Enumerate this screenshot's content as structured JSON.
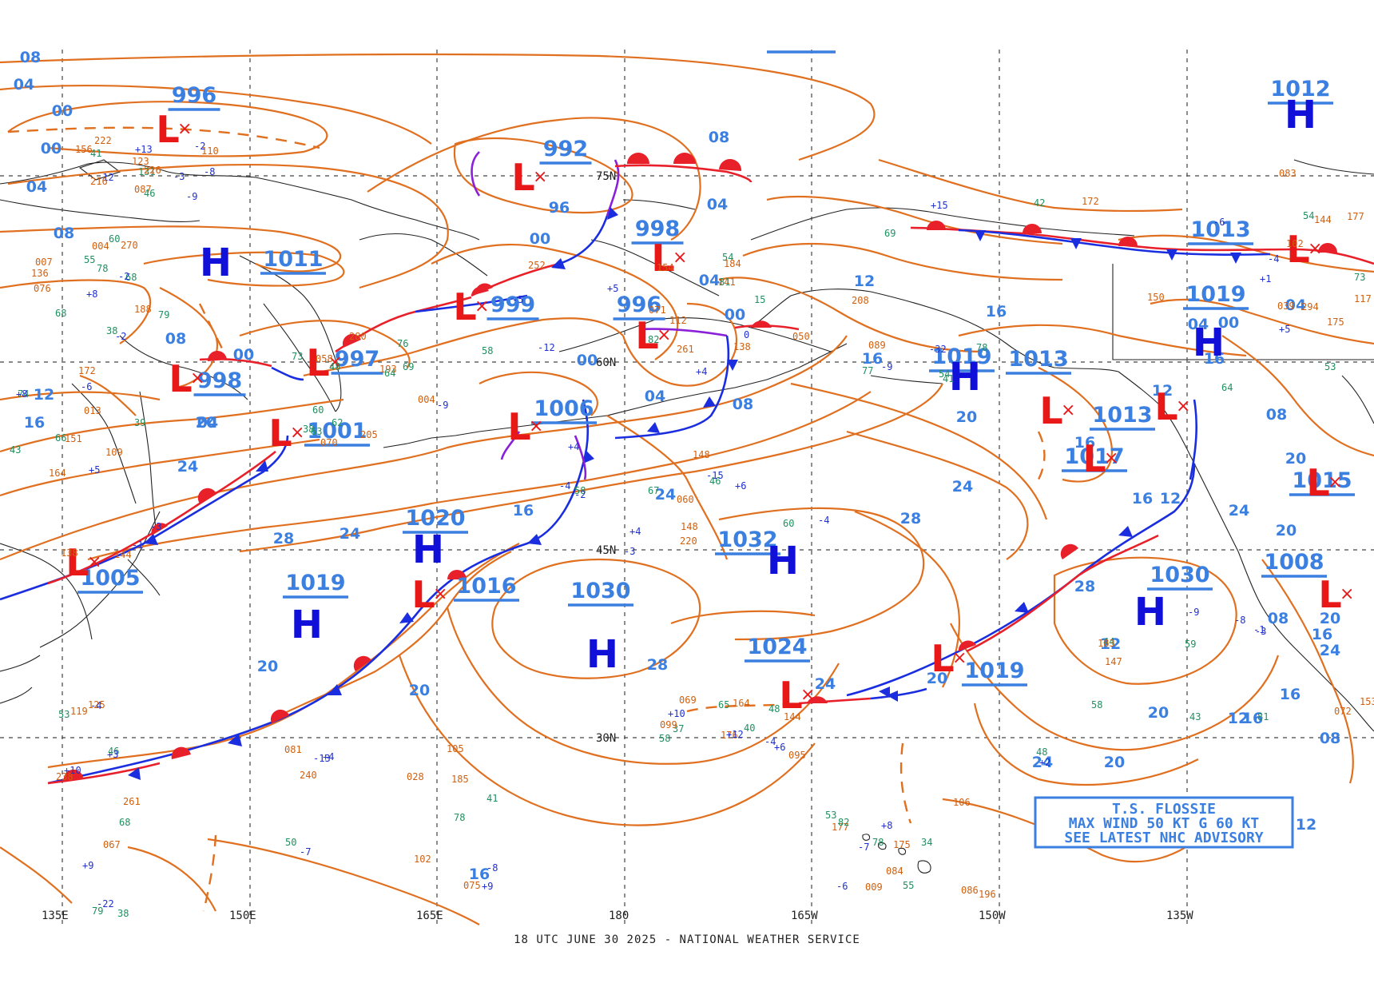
{
  "footer": "18 UTC JUNE 30 2025 - NATIONAL WEATHER SERVICE",
  "colors": {
    "isobar": "#e07020",
    "isobar_label": "#3b7fe0",
    "high": "#1010d8",
    "low": "#e81818",
    "cold_front": "#1a2ee0",
    "warm_front": "#e8202a",
    "occluded_front": "#8a20d8"
  },
  "longitude_labels": [
    "135E",
    "150E",
    "165E",
    "180",
    "165W",
    "150W",
    "135W"
  ],
  "latitude_labels": [
    "75N",
    "60N",
    "45N",
    "30N"
  ],
  "advisory": {
    "line1": "T.S. FLOSSIE",
    "line2": "MAX WIND 50 KT G 60 KT",
    "line3": "SEE LATEST NHC ADVISORY"
  },
  "pressure_centers": [
    {
      "type": "H",
      "value": "1012"
    },
    {
      "type": "L",
      "value": "996"
    },
    {
      "type": "L",
      "value": "992"
    },
    {
      "type": "L",
      "value": "998"
    },
    {
      "type": "H",
      "value": "1011"
    },
    {
      "type": "L",
      "value": "999"
    },
    {
      "type": "L",
      "value": "996"
    },
    {
      "type": "L",
      "value": "997"
    },
    {
      "type": "L",
      "value": "998"
    },
    {
      "type": "L",
      "value": "1001"
    },
    {
      "type": "L",
      "value": "1006"
    },
    {
      "type": "H",
      "value": "1020"
    },
    {
      "type": "L",
      "value": "1005"
    },
    {
      "type": "H",
      "value": "1019"
    },
    {
      "type": "L",
      "value": "1016"
    },
    {
      "type": "H",
      "value": "1030"
    },
    {
      "type": "H",
      "value": "1032"
    },
    {
      "type": "L",
      "value": "1024"
    },
    {
      "type": "L",
      "value": "1019"
    },
    {
      "type": "H",
      "value": "1019"
    },
    {
      "type": "H",
      "value": "1019"
    },
    {
      "type": "L",
      "value": "1013"
    },
    {
      "type": "L",
      "value": "1013"
    },
    {
      "type": "L",
      "value": "1017"
    },
    {
      "type": "H",
      "value": "1030"
    },
    {
      "type": "L",
      "value": "1015"
    },
    {
      "type": "L",
      "value": "1008"
    },
    {
      "type": "L",
      "value": "1013"
    }
  ],
  "isobar_labels": [
    "08",
    "04",
    "00",
    "00",
    "04",
    "08",
    "08",
    "04",
    "00",
    "96",
    "00",
    "04",
    "08",
    "04",
    "00",
    "00",
    "04",
    "08",
    "12",
    "16",
    "20",
    "24",
    "28",
    "24",
    "20",
    "16",
    "12",
    "08",
    "04",
    "00",
    "16",
    "20",
    "24",
    "28",
    "20",
    "16",
    "12",
    "16",
    "20",
    "24",
    "28",
    "24",
    "20",
    "16",
    "12",
    "08",
    "04",
    "16",
    "12",
    "08",
    "12",
    "16",
    "20",
    "24",
    "28",
    "24",
    "20",
    "16",
    "12",
    "16",
    "20",
    "24",
    "20",
    "16"
  ],
  "observations": [
    {
      "t": "131",
      "c": "g"
    },
    {
      "t": "007",
      "c": "o"
    },
    {
      "t": "+5",
      "c": "b"
    },
    {
      "t": "38",
      "c": "g"
    },
    {
      "t": "071",
      "c": "o"
    },
    {
      "t": "+4",
      "c": "b"
    },
    {
      "t": "42",
      "c": "g"
    },
    {
      "t": "102",
      "c": "o"
    },
    {
      "t": "-1",
      "c": "b"
    },
    {
      "t": "34",
      "c": "g"
    },
    {
      "t": "119",
      "c": "o"
    },
    {
      "t": "+9",
      "c": "b"
    },
    {
      "t": "37",
      "c": "g"
    },
    {
      "t": "110",
      "c": "o"
    },
    {
      "t": "+8",
      "c": "b"
    },
    {
      "t": "39",
      "c": "g"
    },
    {
      "t": "070",
      "c": "o"
    },
    {
      "t": "+5",
      "c": "b"
    },
    {
      "t": "46",
      "c": "g"
    },
    {
      "t": "050",
      "c": "o"
    },
    {
      "t": "+1",
      "c": "b"
    },
    {
      "t": "48",
      "c": "g"
    },
    {
      "t": "009",
      "c": "o"
    },
    {
      "t": "46",
      "c": "g"
    },
    {
      "t": "028",
      "c": "o"
    },
    {
      "t": "-4",
      "c": "b"
    },
    {
      "t": "41",
      "c": "g"
    },
    {
      "t": "004",
      "c": "o"
    },
    {
      "t": "43",
      "c": "g"
    },
    {
      "t": "004",
      "c": "o"
    },
    {
      "t": "15",
      "c": "g"
    },
    {
      "t": "060",
      "c": "o"
    },
    {
      "t": "-32",
      "c": "b"
    },
    {
      "t": "039",
      "c": "o"
    },
    {
      "t": "44",
      "c": "g"
    },
    {
      "t": "106",
      "c": "o"
    },
    {
      "t": "+9",
      "c": "b"
    },
    {
      "t": "075",
      "c": "o"
    },
    {
      "t": "095",
      "c": "o"
    },
    {
      "t": "-3",
      "c": "b"
    },
    {
      "t": "60",
      "c": "g"
    },
    {
      "t": "151",
      "c": "o"
    },
    {
      "t": "48",
      "c": "g"
    },
    {
      "t": "261",
      "c": "o"
    },
    {
      "t": "-3",
      "c": "b"
    },
    {
      "t": "54",
      "c": "g"
    },
    {
      "t": "294",
      "c": "o"
    },
    {
      "t": "+2",
      "c": "b"
    },
    {
      "t": "55",
      "c": "g"
    },
    {
      "t": "261",
      "c": "o"
    },
    {
      "t": "-7",
      "c": "b"
    },
    {
      "t": "144",
      "c": "o"
    },
    {
      "t": "156",
      "c": "o"
    },
    {
      "t": "188",
      "c": "o"
    },
    {
      "t": "-1",
      "c": "b"
    },
    {
      "t": "62",
      "c": "g"
    },
    {
      "t": "252",
      "c": "o"
    },
    {
      "t": "+4",
      "c": "b"
    },
    {
      "t": "78",
      "c": "g"
    },
    {
      "t": "177",
      "c": "o"
    },
    {
      "t": "-9",
      "c": "b"
    },
    {
      "t": "78",
      "c": "g"
    },
    {
      "t": "238",
      "c": "o"
    },
    {
      "t": "+4",
      "c": "b"
    },
    {
      "t": "48",
      "c": "g"
    },
    {
      "t": "222",
      "c": "o"
    },
    {
      "t": "270",
      "c": "o"
    },
    {
      "t": "-6",
      "c": "b"
    },
    {
      "t": "193",
      "c": "o"
    },
    {
      "t": "58",
      "c": "g"
    },
    {
      "t": "148",
      "c": "o"
    },
    {
      "t": "-9",
      "c": "b"
    },
    {
      "t": "53",
      "c": "g"
    },
    {
      "t": "147",
      "c": "o"
    },
    {
      "t": "-6",
      "c": "b"
    },
    {
      "t": "53",
      "c": "g"
    },
    {
      "t": "-13",
      "c": "b"
    },
    {
      "t": "58",
      "c": "g"
    },
    {
      "t": "123",
      "c": "o"
    },
    {
      "t": "38",
      "c": "g"
    },
    {
      "t": "109",
      "c": "o"
    },
    {
      "t": "63",
      "c": "g"
    },
    {
      "t": "112",
      "c": "o"
    },
    {
      "t": "-4",
      "c": "b"
    },
    {
      "t": "54",
      "c": "g"
    },
    {
      "t": "117",
      "c": "o"
    },
    {
      "t": "43",
      "c": "g"
    },
    {
      "t": "086",
      "c": "o"
    },
    {
      "t": "38",
      "c": "g"
    },
    {
      "t": "102",
      "c": "o"
    },
    {
      "t": "65",
      "c": "g"
    },
    {
      "t": "-8",
      "c": "b"
    },
    {
      "t": "68",
      "c": "g"
    },
    {
      "t": "-3",
      "c": "b"
    },
    {
      "t": "64",
      "c": "g"
    },
    {
      "t": "138",
      "c": "o"
    },
    {
      "t": "-4",
      "c": "b"
    },
    {
      "t": "41",
      "c": "g"
    },
    {
      "t": "144",
      "c": "o"
    },
    {
      "t": "-3",
      "c": "b"
    },
    {
      "t": "-7",
      "c": "b"
    },
    {
      "t": "125",
      "c": "o"
    },
    {
      "t": "41",
      "c": "g"
    },
    {
      "t": "099",
      "c": "o"
    },
    {
      "t": "-12",
      "c": "b"
    },
    {
      "t": "68",
      "c": "g"
    },
    {
      "t": "138",
      "c": "o"
    },
    {
      "t": "69",
      "c": "g"
    },
    {
      "t": "141",
      "c": "o"
    },
    {
      "t": "67",
      "c": "g"
    },
    {
      "t": "150",
      "c": "o"
    },
    {
      "t": "-6",
      "c": "b"
    },
    {
      "t": "59",
      "c": "g"
    },
    {
      "t": "175",
      "c": "o"
    },
    {
      "t": "-4",
      "c": "b"
    },
    {
      "t": "50",
      "c": "g"
    },
    {
      "t": "176",
      "c": "o"
    },
    {
      "t": "-2",
      "c": "b"
    },
    {
      "t": "55",
      "c": "g"
    },
    {
      "t": "172",
      "c": "o"
    },
    {
      "t": "60",
      "c": "g"
    },
    {
      "t": "184",
      "c": "o"
    },
    {
      "t": "-15",
      "c": "b"
    },
    {
      "t": "69",
      "c": "g"
    },
    {
      "t": "175",
      "c": "o"
    },
    {
      "t": "58",
      "c": "g"
    },
    {
      "t": "196",
      "c": "o"
    },
    {
      "t": "-22",
      "c": "b"
    },
    {
      "t": "185",
      "c": "o"
    },
    {
      "t": "+10",
      "c": "b"
    },
    {
      "t": "216",
      "c": "o"
    },
    {
      "t": "-2",
      "c": "b"
    },
    {
      "t": "66",
      "c": "g"
    },
    {
      "t": "280",
      "c": "o"
    },
    {
      "t": "0",
      "c": "b"
    },
    {
      "t": "60",
      "c": "g"
    },
    {
      "t": "208",
      "c": "o"
    },
    {
      "t": "64",
      "c": "g"
    },
    {
      "t": "153",
      "c": "o"
    },
    {
      "t": "+8",
      "c": "b"
    },
    {
      "t": "68",
      "c": "g"
    },
    {
      "t": "240",
      "c": "o"
    },
    {
      "t": "+6",
      "c": "b"
    },
    {
      "t": "226",
      "c": "o"
    },
    {
      "t": "-2",
      "c": "b"
    },
    {
      "t": "74",
      "c": "g"
    },
    {
      "t": "205",
      "c": "o"
    },
    {
      "t": "+4",
      "c": "b"
    },
    {
      "t": "220",
      "c": "o"
    },
    {
      "t": "+15",
      "c": "b"
    },
    {
      "t": "73",
      "c": "g"
    },
    {
      "t": "183",
      "c": "o"
    },
    {
      "t": "177",
      "c": "o"
    },
    {
      "t": "79",
      "c": "g"
    },
    {
      "t": "78",
      "c": "g"
    },
    {
      "t": "164",
      "c": "o"
    },
    {
      "t": "+13",
      "c": "b"
    },
    {
      "t": "78",
      "c": "g"
    },
    {
      "t": "164",
      "c": "o"
    },
    {
      "t": "76",
      "c": "g"
    },
    {
      "t": "82",
      "c": "g"
    },
    {
      "t": "148",
      "c": "o"
    },
    {
      "t": "81",
      "c": "g"
    },
    {
      "t": "083",
      "c": "o"
    },
    {
      "t": "-8",
      "c": "b"
    },
    {
      "t": "82",
      "c": "g"
    },
    {
      "t": "067",
      "c": "o"
    },
    {
      "t": "-8",
      "c": "b"
    },
    {
      "t": "069",
      "c": "o"
    },
    {
      "t": "-9",
      "c": "b"
    },
    {
      "t": "79",
      "c": "g"
    },
    {
      "t": "144",
      "c": "o"
    },
    {
      "t": "73",
      "c": "g"
    },
    {
      "t": "154",
      "c": "o"
    },
    {
      "t": "+6",
      "c": "b"
    },
    {
      "t": "77",
      "c": "g"
    },
    {
      "t": "54",
      "c": "g"
    },
    {
      "t": "81",
      "c": "g"
    },
    {
      "t": "53",
      "c": "g"
    },
    {
      "t": "+10",
      "c": "b"
    },
    {
      "t": "081",
      "c": "o"
    },
    {
      "t": "+12",
      "c": "b"
    },
    {
      "t": "46",
      "c": "g"
    },
    {
      "t": "136",
      "c": "o"
    },
    {
      "t": "+8",
      "c": "b"
    },
    {
      "t": "058",
      "c": "o"
    },
    {
      "t": "-5",
      "c": "b"
    },
    {
      "t": "58",
      "c": "g"
    },
    {
      "t": "089",
      "c": "o"
    },
    {
      "t": "+5",
      "c": "b"
    },
    {
      "t": "072",
      "c": "o"
    },
    {
      "t": "084",
      "c": "o"
    },
    {
      "t": "+3",
      "c": "b"
    },
    {
      "t": "105",
      "c": "o"
    },
    {
      "t": "40",
      "c": "g"
    },
    {
      "t": "087",
      "c": "o"
    },
    {
      "t": "076",
      "c": "o"
    },
    {
      "t": "013",
      "c": "o"
    },
    {
      "t": "-9",
      "c": "b"
    },
    {
      "t": "-12",
      "c": "b"
    },
    {
      "t": "-2",
      "c": "b"
    },
    {
      "t": "172",
      "c": "o"
    },
    {
      "t": "-4",
      "c": "b"
    }
  ]
}
